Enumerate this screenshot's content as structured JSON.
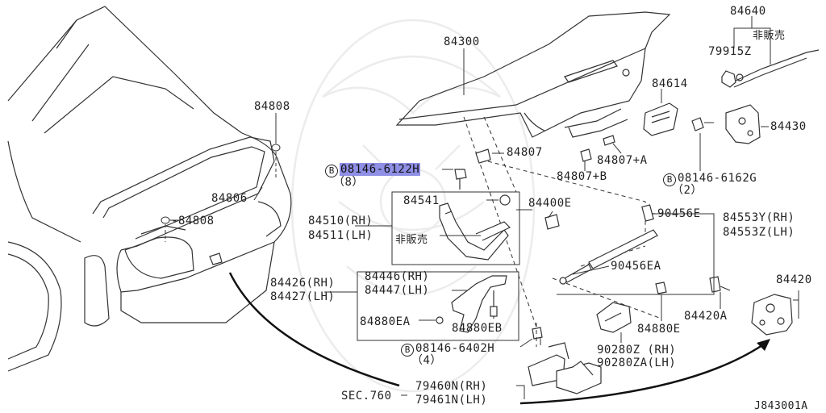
{
  "labels": {
    "p84300": "84300",
    "p84640": "84640",
    "hanbai_top": "非販売",
    "p79915Z": "79915Z",
    "p84614": "84614",
    "p84430": "84430",
    "p84808a": "84808",
    "p84807": "84807",
    "p84807A": "84807+A",
    "p84807B": "84807+B",
    "bolt1_part": "08146-6122H",
    "bolt1_qty": "（8）",
    "bolt2_part": "08146-6162G",
    "bolt2_qty": "（2）",
    "bolt3_part": "08146-6402H",
    "bolt3_qty": "（4）",
    "circle_b": "B",
    "p84806": "84806",
    "p84808b": "84808",
    "p84541": "84541",
    "p84400E": "84400E",
    "p84510": "84510(RH)",
    "p84511": "84511(LH)",
    "hanbai_mid": "非販売",
    "p90456E": "90456E",
    "p84553Y": "84553Y(RH)",
    "p84553Z": "84553Z(LH)",
    "p90456EA": "90456EA",
    "p84426": "84426(RH)",
    "p84427": "84427(LH)",
    "p84446": "84446(RH)",
    "p84447": "84447(LH)",
    "p84880EA": "84880EA",
    "p84880EB": "84880EB",
    "p84880E": "84880E",
    "p84420A": "84420A",
    "p84420": "84420",
    "p90280Z": "90280Z (RH)",
    "p90280ZA": "90280ZA(LH)",
    "sec": "SEC.760",
    "p79460N": "79460N(RH)",
    "p79461N": "79461N(LH)",
    "diagram_id": "J843001A"
  }
}
